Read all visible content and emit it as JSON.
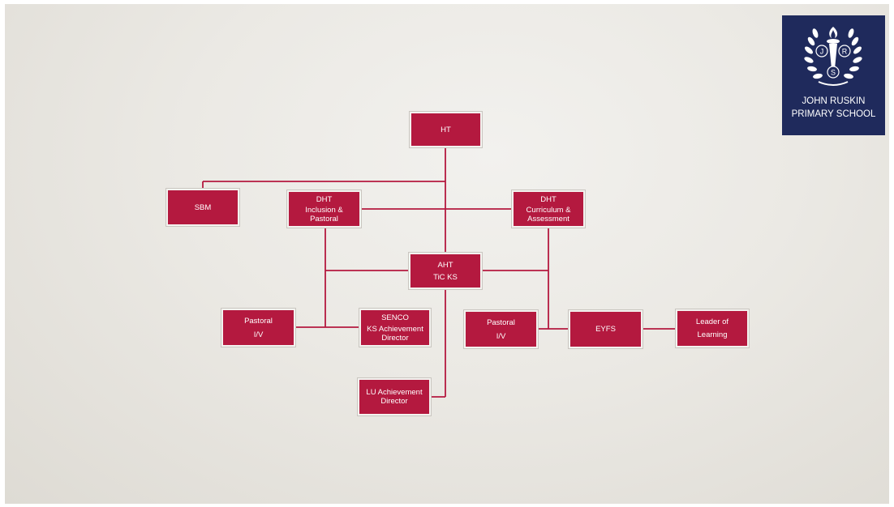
{
  "org_chart": {
    "ht": [
      "HT"
    ],
    "sbm": [
      "SBM"
    ],
    "dht_inclusion": [
      "DHT",
      "Inclusion &",
      "Pastoral"
    ],
    "dht_curriculum": [
      "DHT",
      "Curriculum &",
      "Assessment"
    ],
    "aht": [
      "AHT",
      "TiC KS"
    ],
    "pastoral_left": [
      "Pastoral",
      "I/V"
    ],
    "senco": [
      "SENCO",
      "KS Achievement",
      "Director"
    ],
    "pastoral_right": [
      "Pastoral",
      "I/V"
    ],
    "eyfs": [
      "EYFS"
    ],
    "leader_of_learning": [
      "Leader of",
      "Learning"
    ],
    "lu_achievement": [
      "LU Achievement",
      "Director"
    ]
  },
  "logo": {
    "monogram": [
      "J",
      "R",
      "S"
    ],
    "line1": "JOHN RUSKIN",
    "line2": "PRIMARY SCHOOL"
  },
  "colors": {
    "box_fill": "#b4193f",
    "connector": "#b4193f",
    "logo_bg": "#1f2a5c"
  }
}
